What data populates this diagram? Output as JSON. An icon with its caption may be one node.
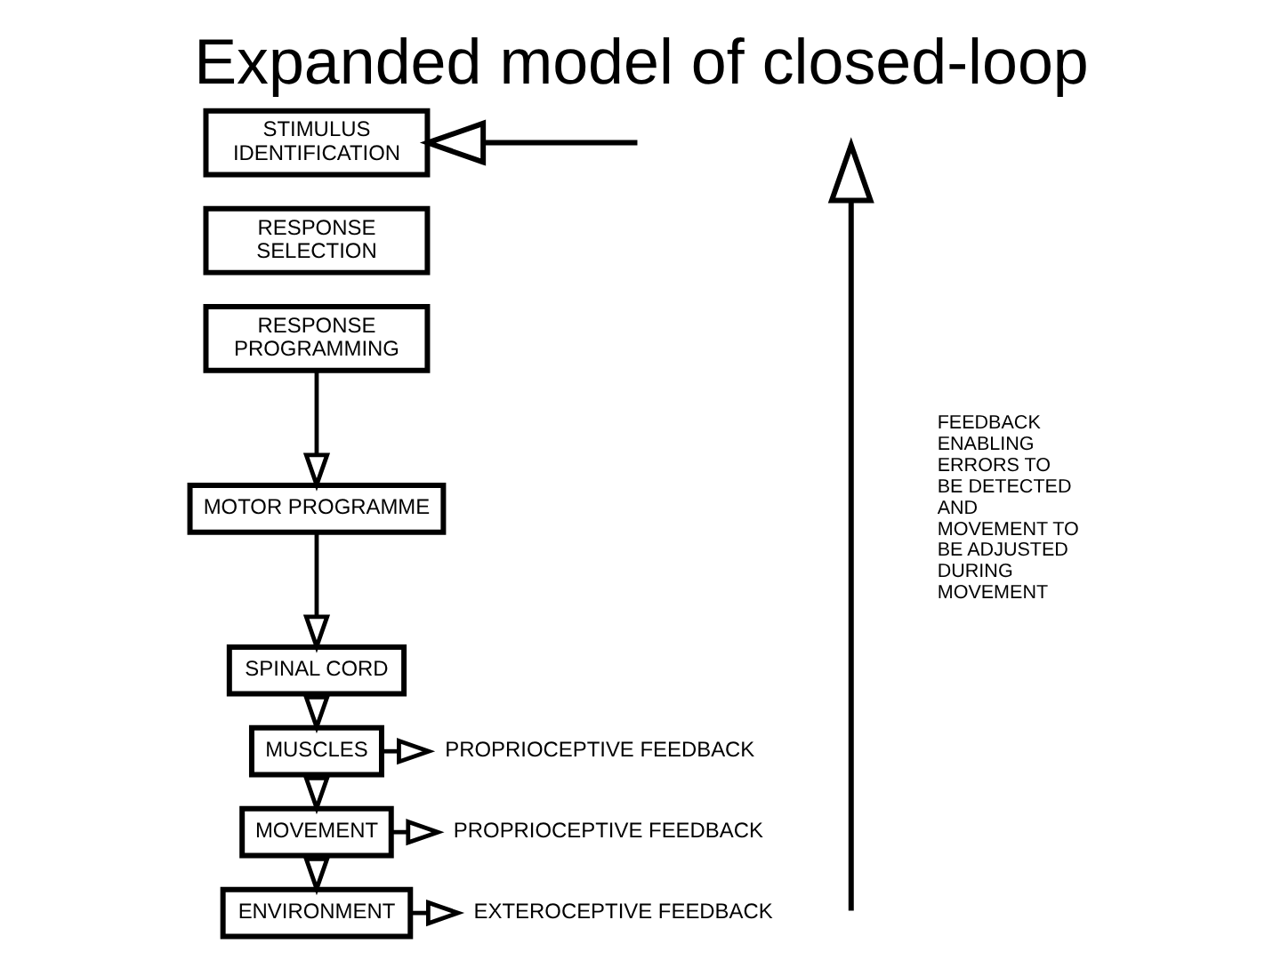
{
  "diagram": {
    "title": "Expanded model of closed-loop",
    "nodes": [
      {
        "text": [
          "STIMULUS IDENTIFICATION"
        ]
      },
      {
        "text": [
          "RESPONSE SELECTION"
        ]
      },
      {
        "text": [
          "RESPONSE PROGRAMMING"
        ]
      },
      {
        "text": [
          "MOTOR PROGRAMME"
        ]
      },
      {
        "text": [
          "SPINAL CORD"
        ]
      },
      {
        "text": [
          "MUSCLES"
        ]
      },
      {
        "text": [
          "MOVEMENT"
        ]
      },
      {
        "text": [
          "ENVIRONMENT"
        ]
      },
      {
        "text": [
          "PROPRIOCEPTIVE FEEDBACK"
        ]
      },
      {
        "text": [
          "PROPRIOCEPTIVE FEEDBACK"
        ]
      },
      {
        "text": [
          "EXTEROCEPTIVE FEEDBACK"
        ]
      }
    ],
    "edges": [
      {
        "from": 2,
        "to": 3,
        "arrow": "to"
      },
      {
        "from": 3,
        "to": 4,
        "arrow": "to"
      },
      {
        "from": 4,
        "to": 5,
        "arrow": "to"
      },
      {
        "from": 5,
        "to": 6,
        "arrow": "to"
      },
      {
        "from": 6,
        "to": 7,
        "arrow": "to"
      },
      {
        "from": 5,
        "to": 8,
        "arrow": "to"
      },
      {
        "from": 6,
        "to": 9,
        "arrow": "to"
      },
      {
        "from": 7,
        "to": 10,
        "arrow": "to"
      },
      {
        "from": null,
        "to": 0,
        "arrow": "to"
      }
    ],
    "labels": [
      "FEEDBACK ENABLING ERRORS TO BE DETECTED AND MOVEMENT TO BE ADJUSTED DURING MOVEMENT"
    ]
  }
}
